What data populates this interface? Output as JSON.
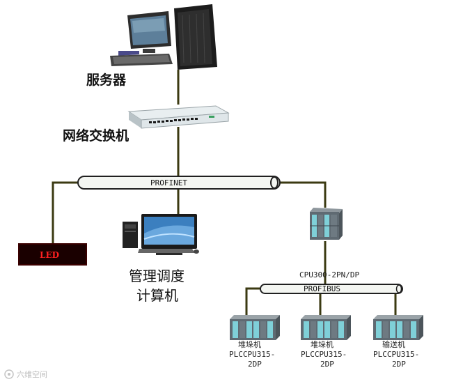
{
  "nodes": {
    "server": {
      "label": "服务器"
    },
    "switch": {
      "label": "网络交换机"
    },
    "led": {
      "label": "LED"
    },
    "dispatch_pc": {
      "label_line1": "管理调度",
      "label_line2": "计算机"
    },
    "main_plc": {
      "label": "CPU300-2PN/DP"
    },
    "plc_1": {
      "name": "堆垛机",
      "model_line1": "PLCCPU315-",
      "model_line2": "2DP"
    },
    "plc_2": {
      "name": "堆垛机",
      "model_line1": "PLCCPU315-",
      "model_line2": "2DP"
    },
    "plc_3": {
      "name": "输送机",
      "model_line1": "PLCCPU315-",
      "model_line2": "2DP"
    }
  },
  "buses": {
    "profinet": {
      "label": "PROFINET"
    },
    "profibus": {
      "label": "PROFIBUS"
    }
  },
  "watermark": {
    "text": "六维空间"
  },
  "colors": {
    "cable": "#3b3a12",
    "bus_outline": "#202020",
    "bus_fill": "#f4f6f2",
    "plc_body": "#5f6a72",
    "plc_accent": "#7fd0d8",
    "led_bg": "#1a0000",
    "led_text": "#ff2020"
  }
}
